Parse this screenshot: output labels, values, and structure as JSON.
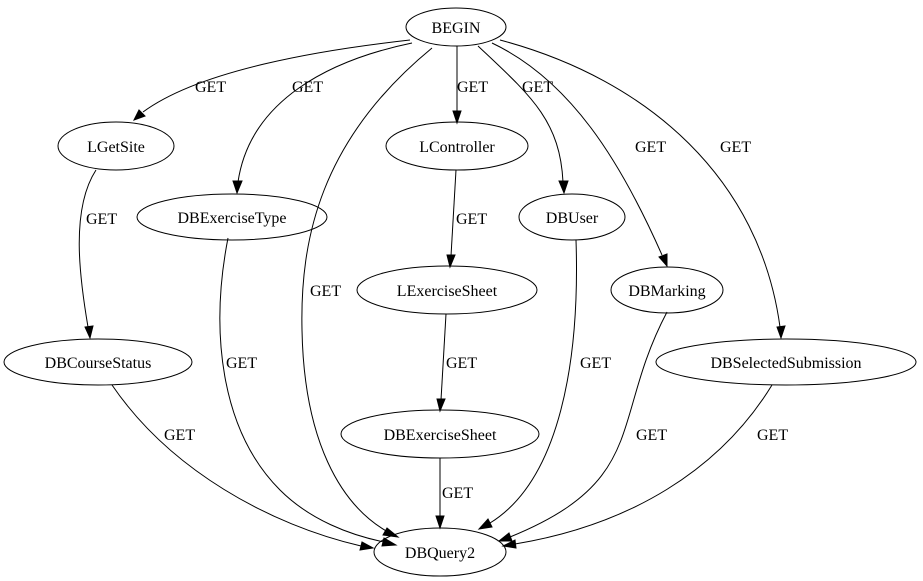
{
  "diagram": {
    "nodes": [
      {
        "id": "BEGIN",
        "label": "BEGIN"
      },
      {
        "id": "LGetSite",
        "label": "LGetSite"
      },
      {
        "id": "DBExerciseType",
        "label": "DBExerciseType"
      },
      {
        "id": "LController",
        "label": "LController"
      },
      {
        "id": "DBUser",
        "label": "DBUser"
      },
      {
        "id": "DBCourseStatus",
        "label": "DBCourseStatus"
      },
      {
        "id": "LExerciseSheet",
        "label": "LExerciseSheet"
      },
      {
        "id": "DBMarking",
        "label": "DBMarking"
      },
      {
        "id": "DBSelectedSubmission",
        "label": "DBSelectedSubmission"
      },
      {
        "id": "DBExerciseSheet",
        "label": "DBExerciseSheet"
      },
      {
        "id": "DBQuery2",
        "label": "DBQuery2"
      }
    ],
    "edges": [
      {
        "from": "BEGIN",
        "to": "LGetSite",
        "label": "GET"
      },
      {
        "from": "BEGIN",
        "to": "DBExerciseType",
        "label": "GET"
      },
      {
        "from": "BEGIN",
        "to": "DBQuery2",
        "label": "GET"
      },
      {
        "from": "BEGIN",
        "to": "LController",
        "label": "GET"
      },
      {
        "from": "BEGIN",
        "to": "DBUser",
        "label": "GET"
      },
      {
        "from": "BEGIN",
        "to": "DBMarking",
        "label": "GET"
      },
      {
        "from": "BEGIN",
        "to": "DBSelectedSubmission",
        "label": "GET"
      },
      {
        "from": "LGetSite",
        "to": "DBCourseStatus",
        "label": "GET"
      },
      {
        "from": "DBExerciseType",
        "to": "DBQuery2",
        "label": "GET"
      },
      {
        "from": "LController",
        "to": "LExerciseSheet",
        "label": "GET"
      },
      {
        "from": "LExerciseSheet",
        "to": "DBExerciseSheet",
        "label": "GET"
      },
      {
        "from": "DBExerciseSheet",
        "to": "DBQuery2",
        "label": "GET"
      },
      {
        "from": "DBUser",
        "to": "DBQuery2",
        "label": "GET"
      },
      {
        "from": "DBCourseStatus",
        "to": "DBQuery2",
        "label": "GET"
      },
      {
        "from": "DBMarking",
        "to": "DBQuery2",
        "label": "GET"
      },
      {
        "from": "DBSelectedSubmission",
        "to": "DBQuery2",
        "label": "GET"
      }
    ]
  }
}
